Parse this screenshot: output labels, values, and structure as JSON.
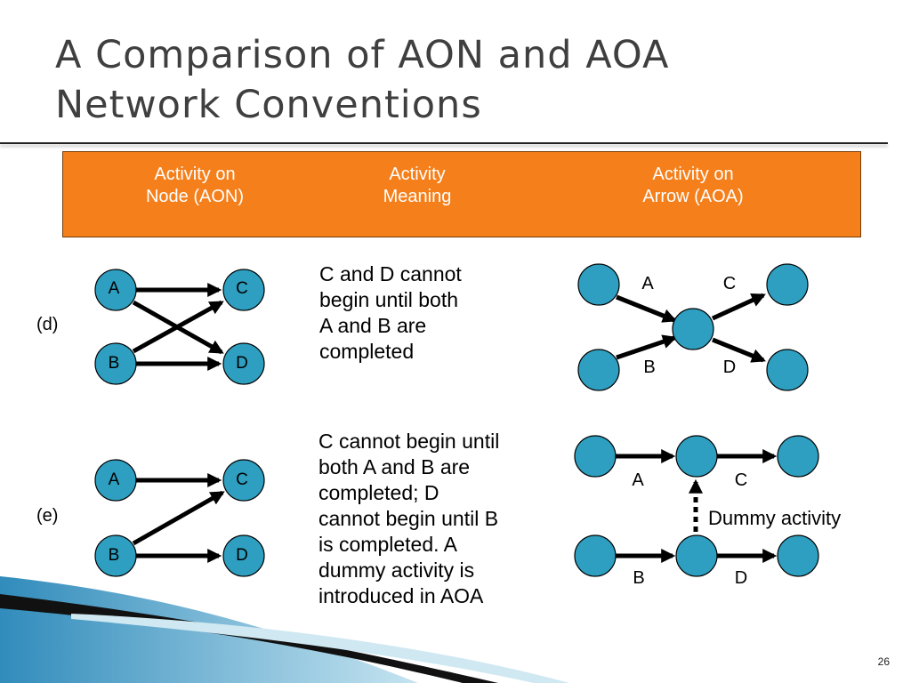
{
  "title": {
    "line1": "A Comparison of AON and AOA",
    "line2": "Network Conventions"
  },
  "header": {
    "aon": [
      "Activity on",
      "Node (AON)"
    ],
    "meaning": [
      "Activity",
      "Meaning"
    ],
    "aoa": [
      "Activity on",
      "Arrow (AOA)"
    ]
  },
  "rows": {
    "d": {
      "label": "(d)",
      "aon_nodes": [
        "A",
        "B",
        "C",
        "D"
      ],
      "meaning_lines": [
        "C and D cannot",
        "begin until both",
        "A and B are",
        "completed"
      ],
      "aoa_labels": [
        "A",
        "C",
        "B",
        "D"
      ]
    },
    "e": {
      "label": "(e)",
      "aon_nodes": [
        "A",
        "B",
        "C",
        "D"
      ],
      "meaning_lines": [
        "C cannot begin until",
        "both A and B are",
        "completed; D",
        "cannot begin until B",
        "is completed. A",
        "dummy activity is",
        "introduced in AOA"
      ],
      "aoa_labels": [
        "A",
        "C",
        "B",
        "D"
      ],
      "dummy_label": "Dummy activity"
    }
  },
  "colors": {
    "node_fill": "#2e9fc0",
    "header_fill": "#f47f1b"
  },
  "page_number": "26"
}
